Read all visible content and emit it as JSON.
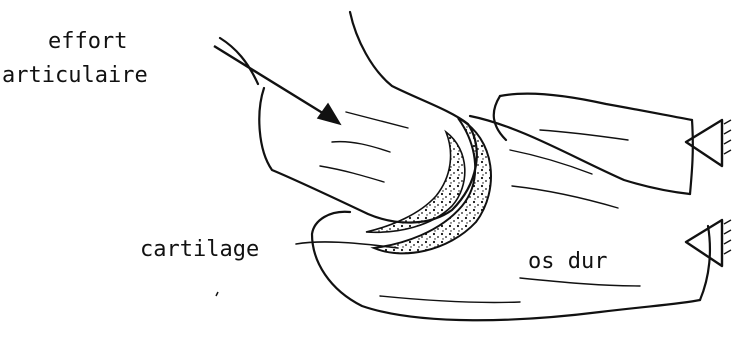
{
  "labels": {
    "force_line1": "effort",
    "force_line2": "articulaire",
    "cartilage": "cartilage",
    "bone": "os dur"
  },
  "colors": {
    "ink": "#111111",
    "background": "#ffffff"
  }
}
